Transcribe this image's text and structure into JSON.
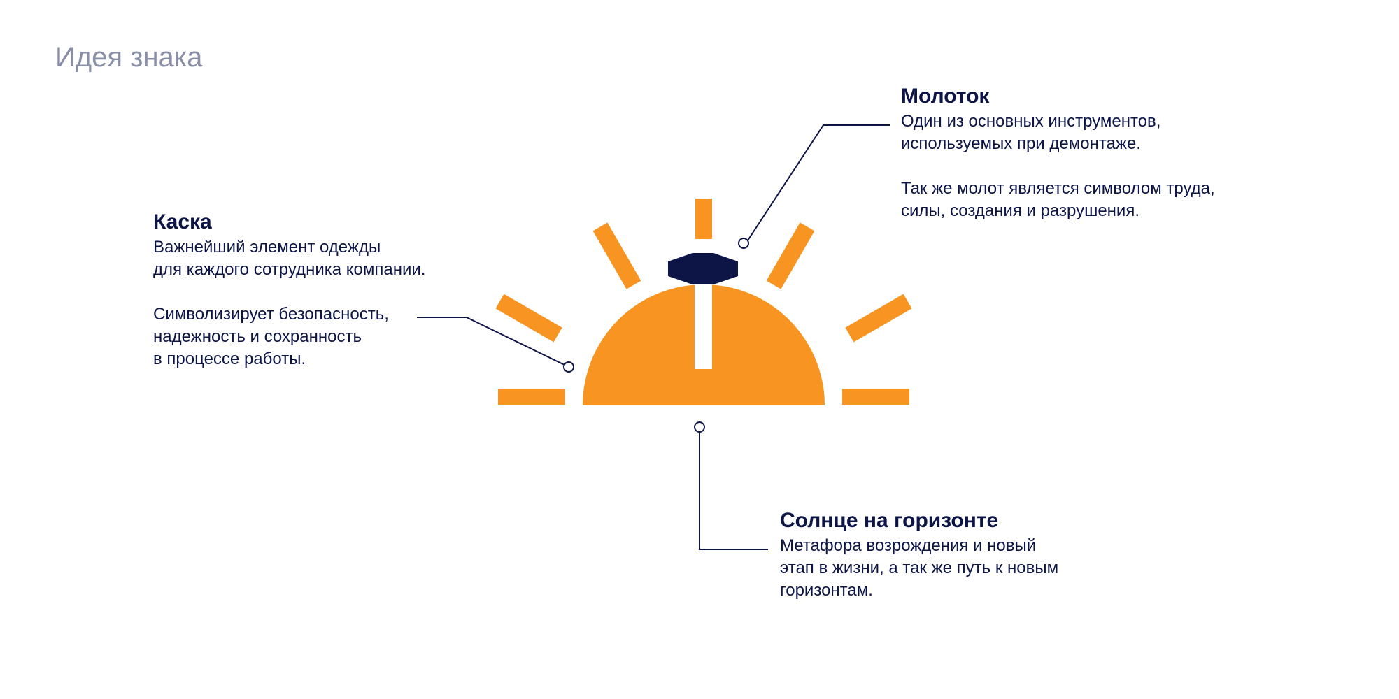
{
  "title": "Идея знака",
  "colors": {
    "sun": "#f79422",
    "hammer": "#0d1547",
    "text": "#0d1547",
    "title": "#8a8fa8",
    "background": "#ffffff"
  },
  "callouts": {
    "helmet": {
      "title": "Каска",
      "paragraphs": [
        "Важнейший элемент одежды\nдля каждого сотрудника компании.",
        "Символизирует безопасность,\nнадежность и сохранность\nв процессе работы."
      ]
    },
    "hammer": {
      "title": "Молоток",
      "paragraphs": [
        "Один из основных инструментов,\nиспользуемых при демонтаже.",
        "Так же молот является символом труда,\nсилы, создания и разрушения."
      ]
    },
    "sun": {
      "title": "Солнце на горизонте",
      "paragraphs": [
        "Метафора возрождения и новый\nэтап в жизни, а так же путь к новым\nгоризонтам."
      ]
    }
  }
}
